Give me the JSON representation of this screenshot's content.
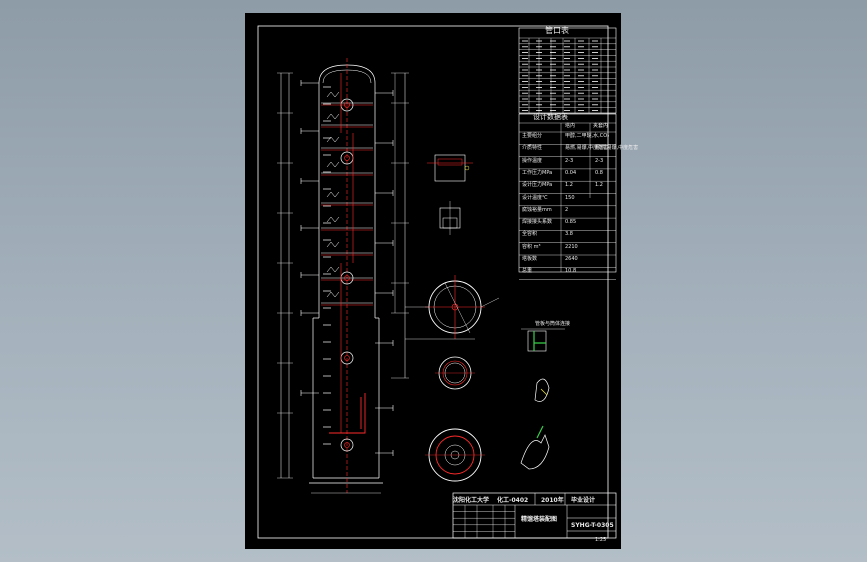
{
  "viewport": {
    "background": "#9aa8b4"
  },
  "drawing": {
    "nozzle_table": {
      "title": "管口表",
      "rows": 13
    },
    "design_table": {
      "title": "设计数据表",
      "col_headers": [
        "塔内",
        "夹套内"
      ],
      "rows": [
        {
          "label": "主要组分",
          "a": "甲醇,二甲醚,水,CO₂",
          "b": ""
        },
        {
          "label": "介质特性",
          "a": "易燃,易爆,中度危害",
          "b": "易燃,易爆,中度危害"
        },
        {
          "label": "操作温度",
          "a": "2-3",
          "b": "2-3"
        },
        {
          "label": "工作压力MPa",
          "a": "0.04",
          "b": "0.8"
        },
        {
          "label": "设计压力MPa",
          "a": "1.2",
          "b": "1.2"
        },
        {
          "label": "设计温度℃",
          "a": "150",
          "b": ""
        },
        {
          "label": "腐蚀裕量mm",
          "a": "2",
          "b": ""
        },
        {
          "label": "焊接接头系数",
          "a": "0.85",
          "b": ""
        },
        {
          "label": "全容积",
          "a": "3.8",
          "b": ""
        },
        {
          "label": "容积 m³",
          "a": "2210",
          "b": ""
        },
        {
          "label": "塔板数",
          "a": "2640",
          "b": ""
        },
        {
          "label": "总重",
          "a": "10.8",
          "b": ""
        }
      ]
    },
    "title_block": {
      "university": "沈阳化工大学",
      "class": "化工-0402",
      "year": "2010年",
      "project": "毕业设计",
      "drawing_name": "精馏塔装配图",
      "drawing_no": "SYHG-T-0305",
      "scale_label": "1:25"
    },
    "detail_label": "管板与筒体连接"
  },
  "colors": {
    "paper": "#000000",
    "line": "#ffffff",
    "red": "#ff2a2a",
    "green": "#39d04a",
    "yellow": "#e8e040"
  }
}
